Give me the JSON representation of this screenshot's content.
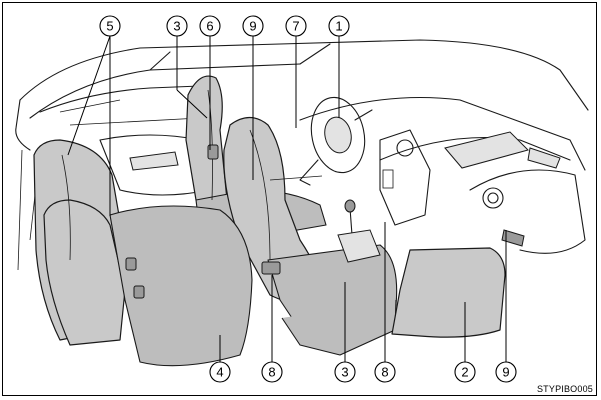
{
  "callouts": {
    "top": [
      "5",
      "3",
      "6",
      "9",
      "7",
      "1"
    ],
    "bottom": [
      "4",
      "8",
      "3",
      "8",
      "2",
      "9"
    ]
  },
  "figure_code": "STYPIBO005"
}
